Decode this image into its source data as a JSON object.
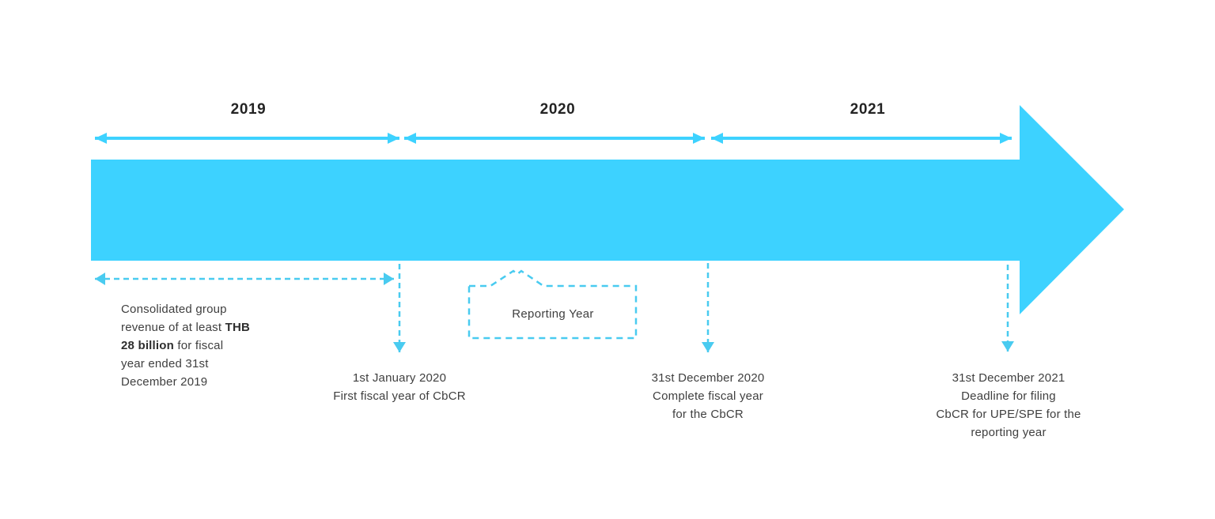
{
  "colors": {
    "arrow_blue": "#3DD2FF",
    "dashed_blue": "#49CBF0",
    "text_dark": "#3F3F3F",
    "year_text": "#232323",
    "background": "#FFFFFF"
  },
  "years": [
    {
      "label": "2019"
    },
    {
      "label": "2020"
    },
    {
      "label": "2021"
    }
  ],
  "annotations": {
    "revenue": {
      "l1": "Consolidated group",
      "l2a": "revenue of at least ",
      "l2b": "THB",
      "l3a": "28 billion",
      "l3b": " for fiscal",
      "l4": "year ended 31st",
      "l5": "December 2019"
    },
    "jan2020": {
      "l1": "1st January 2020",
      "l2": "First fiscal year of CbCR"
    },
    "reporting_year": {
      "label": "Reporting Year"
    },
    "dec2020": {
      "l1": "31st December 2020",
      "l2": "Complete fiscal year",
      "l3": "for the CbCR"
    },
    "dec2021": {
      "l1": "31st December 2021",
      "l2": "Deadline for filing",
      "l3": "CbCR for UPE/SPE for the",
      "l4": "reporting year"
    }
  }
}
